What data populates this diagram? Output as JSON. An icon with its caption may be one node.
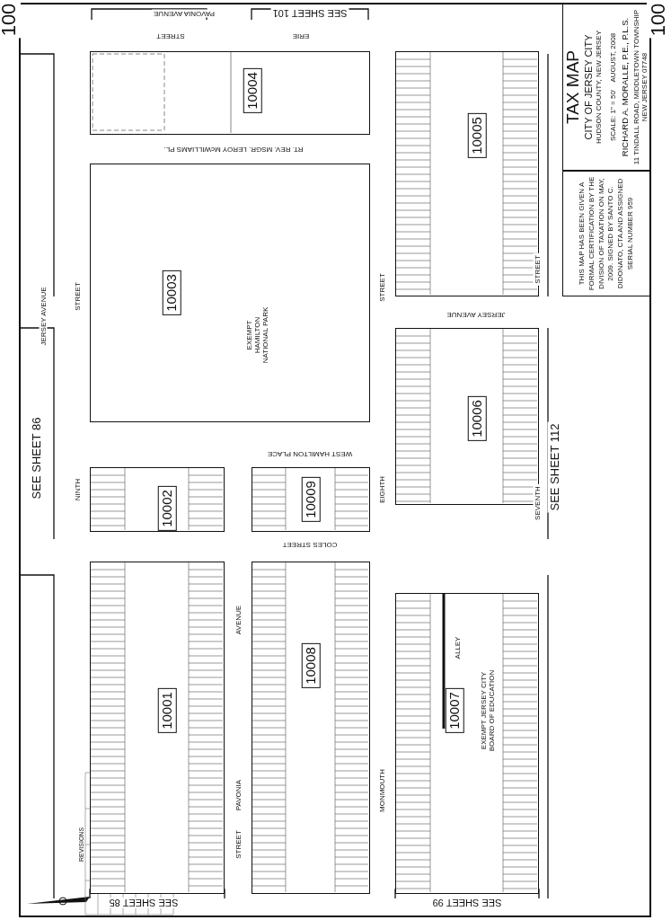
{
  "diagram": {
    "title": "TAX MAP",
    "nodes": [
      {
        "text": [
          "CITY OF JERSEY CITY",
          "HUDSON COUNTY, NEW JERSEY",
          "SCALE: 1\" = 50'",
          "AUGUST, 2008",
          "RICHARD A. MORALLE, P.E., P.L.S.",
          "11 TINDALL ROAD, MIDDLETOWN TOWNSHIP NEW JERSEY 07748"
        ]
      },
      {
        "text": [
          "THIS MAP HAS BEEN GIVEN A FORMAL CERTIFICATION BY THE DIVISION OF TAXATION ON MAY, 2009. SIGNED BY SANTO C. DIDONATO, CTA AND ASSIGNED SERIAL NUMBER 959"
        ]
      },
      {
        "text": [
          "10004"
        ]
      },
      {
        "text": [
          "10003",
          "EXEMPT HAMILTON NATIONAL PARK"
        ]
      },
      {
        "text": [
          "10005"
        ]
      },
      {
        "text": [
          "10006"
        ]
      },
      {
        "text": [
          "10002"
        ]
      },
      {
        "text": [
          "10009"
        ]
      },
      {
        "text": [
          "10001"
        ]
      },
      {
        "text": [
          "10008"
        ]
      },
      {
        "text": [
          "10007",
          "ALLEY",
          "EXEMPT JERSEY CITY BOARD OF EDUCATION"
        ]
      }
    ],
    "labels": [
      "100",
      "100",
      "PAVONIA AVENUE",
      "SEE SHEET 101",
      "STREET",
      "ERIE",
      "RT. REV. MSGR. LEROY McWILLIAMS PL.",
      "JERSEY AVENUE",
      "STREET",
      "SEE SHEET 86",
      "NINTH",
      "WEST HAMILTON PLACE",
      "COLES STREET",
      "PAVONIA",
      "AVENUE",
      "STREET",
      "EIGHTH",
      "STREET",
      "JERSEY AVENUE",
      "MONMOUTH",
      "SEVENTH",
      "STREET",
      "SEE SHEET 112",
      "SEE SHEET 85",
      "SEE SHEET 99",
      "REVISIONS"
    ]
  }
}
